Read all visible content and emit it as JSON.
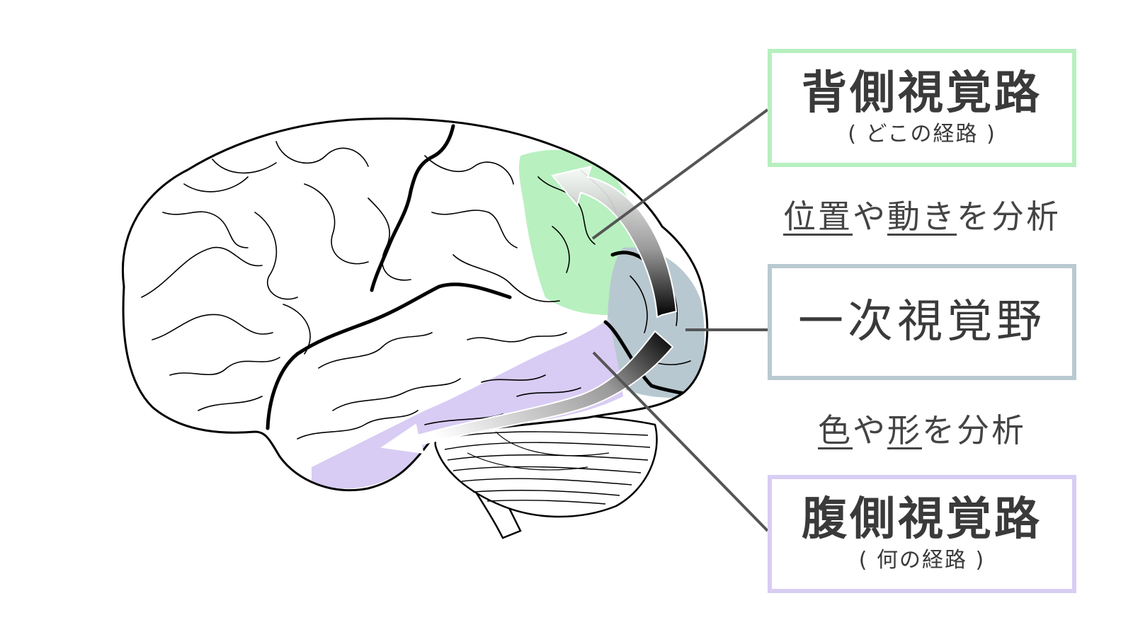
{
  "labels": {
    "dorsal": {
      "title": "背側視覚路",
      "subtitle": "( どこの経路 )",
      "color": "#b7efbf"
    },
    "v1": {
      "title": "一次視覚野",
      "color": "#b9c9d2"
    },
    "ventral": {
      "title": "腹側視覚路",
      "subtitle": "( 何の経路 )",
      "color": "#d8cdf3"
    }
  },
  "captions": {
    "dorsal": {
      "p1": "位置",
      "p2": "や",
      "p3": "動き",
      "p4": "を分析"
    },
    "ventral": {
      "p1": "色",
      "p2": "や",
      "p3": "形",
      "p4": "を分析"
    }
  },
  "regions": {
    "dorsal_fill": "#b8f0c0",
    "v1_fill": "#b8c8d0",
    "ventral_fill": "#d8ccf4"
  }
}
